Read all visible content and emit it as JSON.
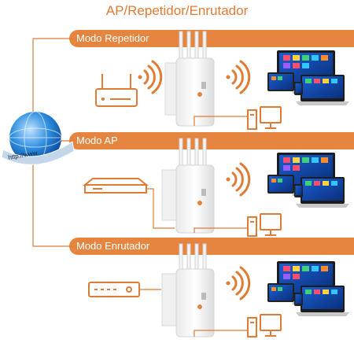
{
  "title": "AP/Repetidor/Enrutador",
  "globe": {
    "label": "http://www."
  },
  "colors": {
    "accent": "#e5853f",
    "line": "#e07b35",
    "white": "#ffffff"
  },
  "modes": [
    {
      "label": "Modo Repetidor",
      "source_icon": "router-icon",
      "clients": "devices-icon"
    },
    {
      "label": "Modo AP",
      "source_icon": "modem-icon",
      "clients": "devices-icon"
    },
    {
      "label": "Modo Enrutador",
      "source_icon": "switch-icon",
      "clients": "devices-icon"
    }
  ]
}
